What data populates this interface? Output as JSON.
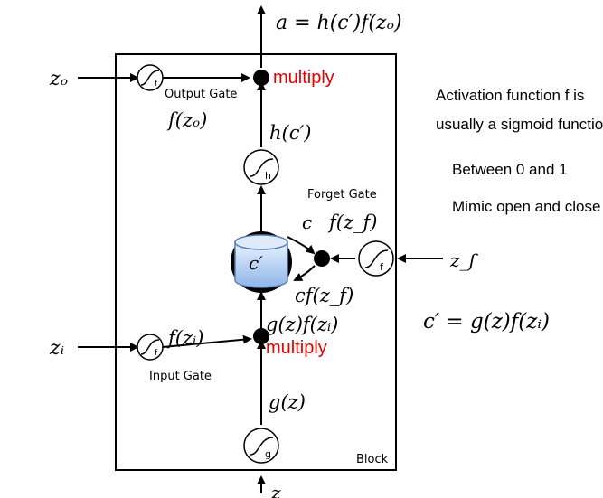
{
  "equations": {
    "output": "a = h(c′)f(zₒ)",
    "memory": "c′ = g(z)f(zᵢ)"
  },
  "inputs": {
    "zo": "zₒ",
    "zi": "zᵢ",
    "zf": "z_f",
    "z": "z"
  },
  "gates": {
    "output": "Output Gate",
    "forget": "Forget Gate",
    "input": "Input Gate",
    "block": "Block"
  },
  "operations": {
    "multiply_top": "multiply",
    "multiply_bottom": "multiply"
  },
  "unit_letters": {
    "f_out": "f",
    "h": "h",
    "f_forget": "f",
    "f_in": "f",
    "g": "g"
  },
  "signals": {
    "f_zo": "f(zₒ)",
    "h_c": "h(c′)",
    "c": "c",
    "f_zf": "f(z_f)",
    "c_prime": "c′",
    "c_f_zf": "cf(z_f)",
    "f_zi": "f(zᵢ)",
    "g_f_zi": "g(z)f(zᵢ)",
    "g_z": "g(z)"
  },
  "notes": {
    "line1": "Activation function f is",
    "line2": "usually a sigmoid function",
    "line3": "Between 0 and 1",
    "line4": "Mimic open and close gate"
  },
  "colors": {
    "multiply": "#e60000",
    "cell_fill": "#a9c8f0",
    "stroke": "#000000"
  }
}
